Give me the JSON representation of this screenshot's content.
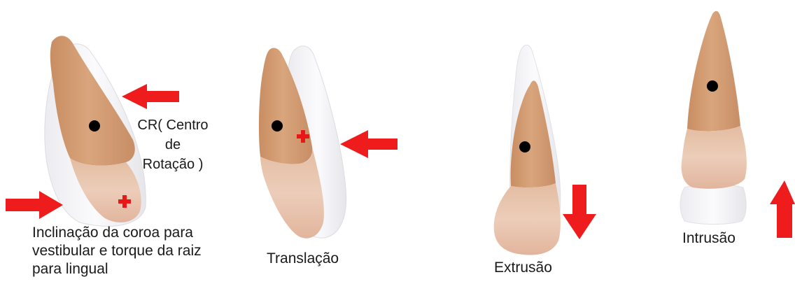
{
  "captions": {
    "center_of_rotation": "CR( Centro de\nRotação )",
    "tipping": "Inclinação da coroa para\nvestibular e torque da raiz\npara lingual",
    "translation": "Translação",
    "extrusion": "Extrusão",
    "intrusion": "Intrusão"
  },
  "colors": {
    "arrow": "#ee1c1c",
    "center_marker": "#000000",
    "resistance_marker": "#e81818",
    "tooth_root": "#cf9a72",
    "tooth_crown": "#e9c7b1",
    "ghost_tooth": "#f4f4f6"
  },
  "icons": {
    "center_marker": "black-dot",
    "force_marker": "red-plus",
    "force_arrow": "red-arrow"
  }
}
